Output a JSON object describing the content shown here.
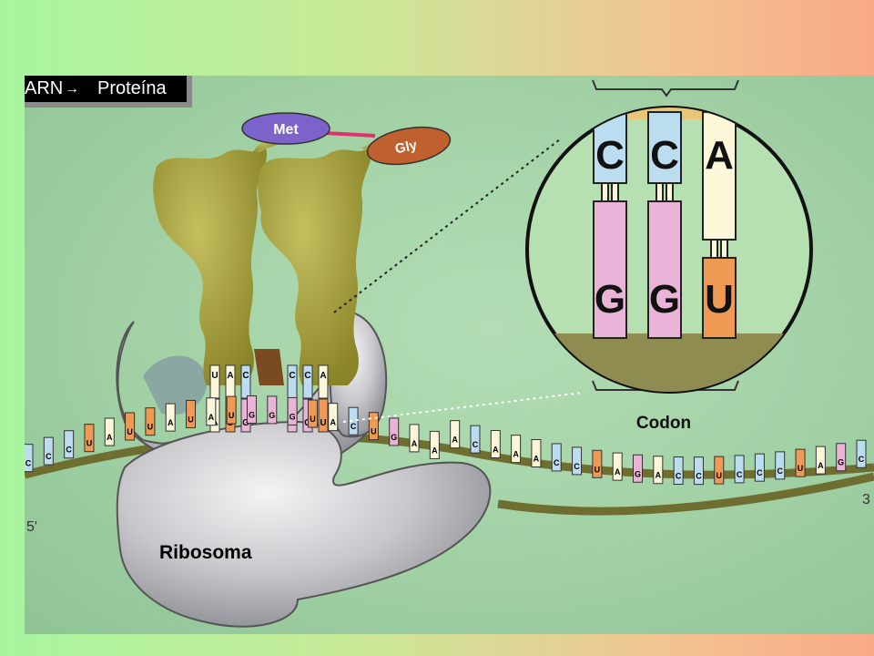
{
  "title_bar": {
    "left_text": "ARN",
    "right_text": "Proteína"
  },
  "amino_acids": {
    "first": "Met",
    "second": "Gly"
  },
  "zoom": {
    "anticodon_bases": [
      "C",
      "C",
      "A"
    ],
    "codon_bases": [
      "G",
      "G",
      "U"
    ],
    "caption": "Codon"
  },
  "labels": {
    "ribosome": "Ribosoma",
    "five_prime": "5'",
    "three_prime": "3"
  },
  "trna": {
    "first_anticodon": [
      "U",
      "A",
      "C"
    ],
    "second_anticodon": [
      "C",
      "C",
      "A"
    ],
    "first_codon": [
      "A",
      "U",
      "G"
    ],
    "second_codon": [
      "G",
      "G",
      "U"
    ]
  },
  "mrna_sequence": [
    "C",
    "C",
    "C",
    "U",
    "A",
    "U",
    "U",
    "A",
    "U",
    "A",
    "U",
    "G",
    "G",
    "G",
    "U",
    "A",
    "C",
    "U",
    "G",
    "A",
    "A",
    "A",
    "C",
    "A",
    "A",
    "A",
    "C",
    "C",
    "U",
    "A",
    "G",
    "A",
    "C",
    "C",
    "U",
    "C",
    "C",
    "C",
    "U",
    "A",
    "G",
    "C"
  ],
  "colors": {
    "A": "#fbf7d8",
    "C": "#bcdcf0",
    "G": "#eab4d8",
    "U": "#ee9a55"
  }
}
